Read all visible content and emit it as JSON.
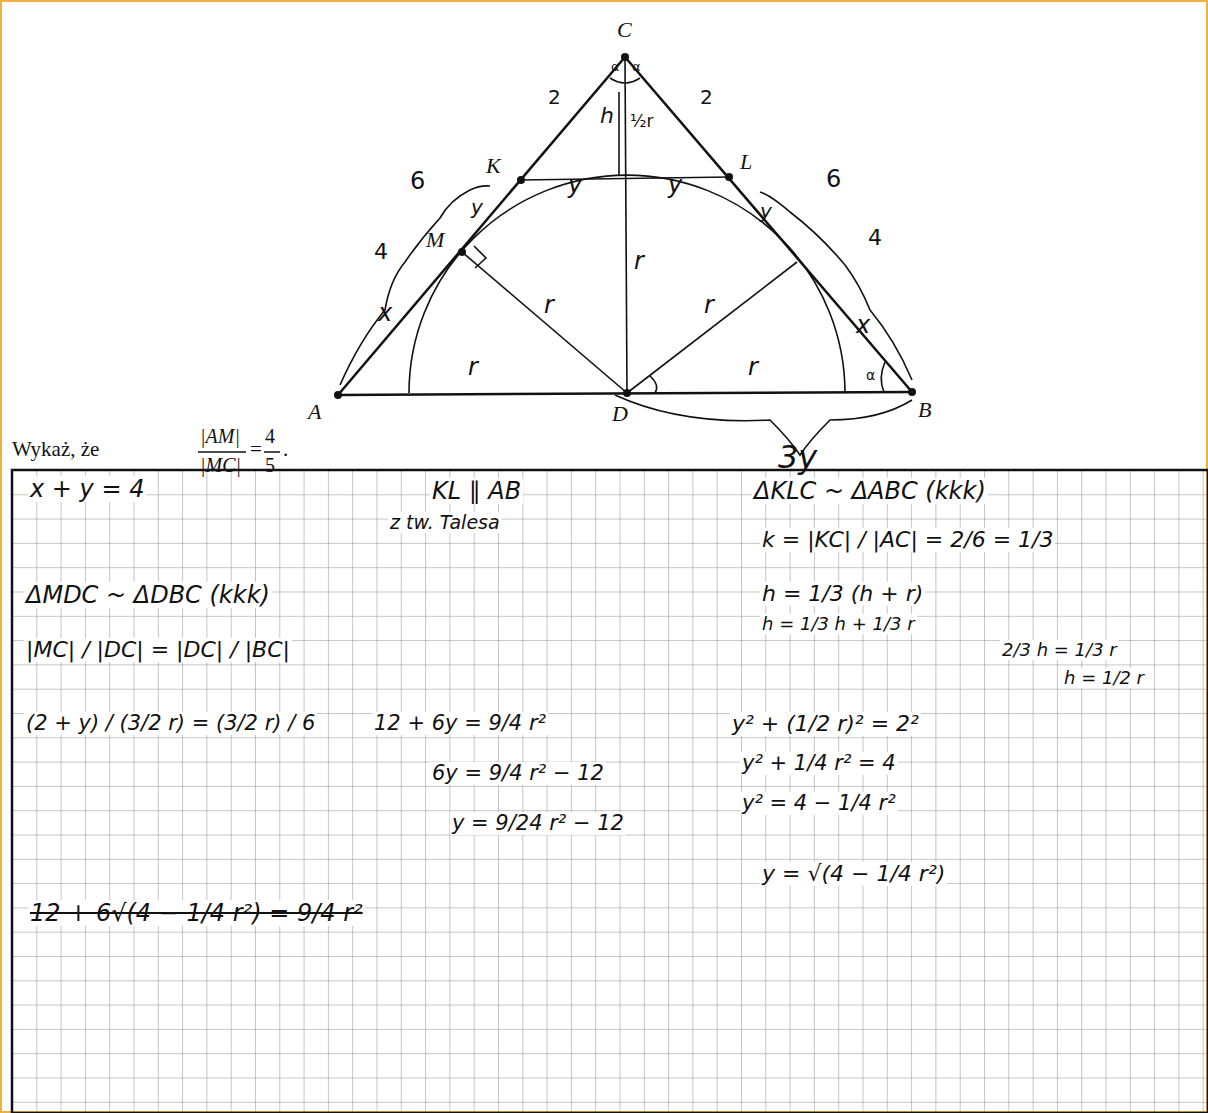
{
  "diagram": {
    "labels": [
      "C",
      "2",
      "2",
      "h",
      "½r",
      "α",
      "α",
      "6",
      "K",
      "y",
      "y",
      "L",
      "6",
      "y",
      "y",
      "4",
      "M",
      "4",
      "r",
      "r",
      "r",
      "x",
      "x",
      "r",
      "r",
      "α",
      "A",
      "D",
      "B",
      "3y",
      "Wykaż, że",
      "|AM|",
      "|MC|",
      "=",
      "4",
      "5",
      ".",
      "x + y = 4",
      "KL ∥ AB",
      "z tw. Talesa",
      "ΔKLC ~ ΔABC (kkk)",
      "k = |KC| / |AC| = 2/6 = 1/3",
      "ΔMDC ~ ΔDBC (kkk)",
      "h = 1/3 (h + r)",
      "h = 1/3 h + 1/3 r",
      "2/3 h = 1/3 r",
      "h = 1/2 r",
      "|MC| / |DC| = |DC| / |BC|",
      "(2 + y) / (3/2 r) = (3/2 r) / 6",
      "12 + 6y = 9/4 r²",
      "6y = 9/4 r² − 12",
      "y = 9/24 r² − 12",
      "y² + (1/2 r)² = 2²",
      "y² + 1/4 r² = 4",
      "y² = 4 − 1/4 r²",
      "y = √(4 − 1/4 r²)",
      "12 + 6√(4 − 1/4 r²) = 9/4 r²"
    ]
  }
}
